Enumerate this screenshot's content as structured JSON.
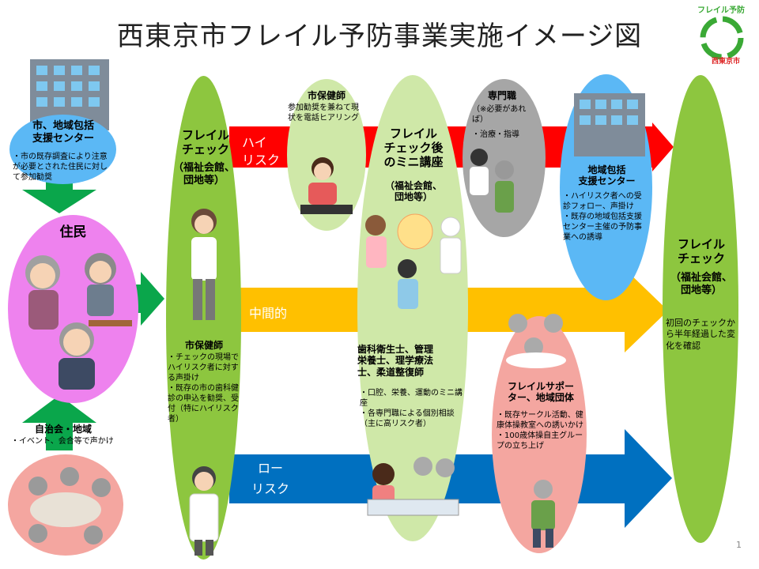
{
  "title": "西東京市フレイル予防事業実施イメージ図",
  "logo": {
    "text_top": "フレイル予防",
    "text_bottom": "西東京市"
  },
  "arrows": {
    "high_risk": "ハイ\nリスク",
    "middle": "中間的",
    "low_risk": "ロー\nリスク"
  },
  "city_center": {
    "title": "市、地域包括\n支援センター",
    "desc": "・市の既存調査により注意が必要とされた住民に対して参加勧奨"
  },
  "residents": {
    "label": "住民"
  },
  "community": {
    "title": "自治会・地域",
    "desc": "・イベント、会合等で声かけ"
  },
  "frail_check": {
    "title": "フレイル\nチェック",
    "venue": "（福祉会館、\n団地等）"
  },
  "city_nurse_mid": {
    "title": "市保健師",
    "desc": "・チェックの現場でハイリスク者に対する声掛け\n・既存の市の歯科健診の申込を勧奨、受付（特にハイリスク者）"
  },
  "city_nurse_top": {
    "title": "市保健師",
    "desc": "参加勧奨を兼ねて現状を電話ヒアリング"
  },
  "mini_lecture": {
    "title": "フレイル\nチェック後\nのミニ講座",
    "venue": "（福祉会館、\n団地等）"
  },
  "staff": {
    "title": "歯科衛生士、管理\n栄養士、理学療法\n士、柔道整復師",
    "desc": "・口腔、栄養、運動のミニ講座\n・各専門職による個別相談（主に高リスク者）"
  },
  "specialist": {
    "title": "専門職",
    "note": "（※必要があれば）",
    "desc": "・治療・指導"
  },
  "regional_center": {
    "title": "地域包括\n支援センター",
    "desc": "・ハイリスク者への受診フォロー、声掛け\n・既存の地域包括支援センター主催の予防事業への誘導"
  },
  "supporters": {
    "title": "フレイルサポー\nター、地域団体",
    "desc": "・既存サークル活動、健康体操教室への誘いかけ\n・100歳体操自主グループの立ち上げ"
  },
  "final_check": {
    "title": "フレイル\nチェック",
    "venue": "（福祉会館、\n団地等）",
    "desc": "初回のチェックから半年経過した変化を確認"
  },
  "page_number": "1",
  "colors": {
    "green": "#8dc63f",
    "red": "#ff0000",
    "yellow": "#ffc000",
    "blue": "#0070c0",
    "light_blue": "#5bb8f5",
    "pink": "#ee82ee",
    "salmon": "#f4a6a0",
    "light_green": "#cfe8a8",
    "gray": "#a6a6a6",
    "dark_green": "#0aa64b"
  }
}
